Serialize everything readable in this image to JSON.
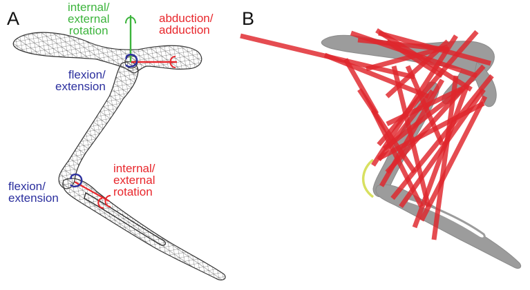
{
  "panels": [
    {
      "letter": "A"
    },
    {
      "letter": "B"
    }
  ],
  "annotations": {
    "hip_rotation": "internal/\nexternal\nrotation",
    "hip_abduction": "abduction/\nadduction",
    "hip_flexion": "flexion/\nextension",
    "knee_flexion": "flexion/\nextension",
    "knee_rotation": "internal/\nexternal\nrotation"
  },
  "colors": {
    "green": "#3cb43c",
    "red": "#e8262b",
    "blue": "#2b2f9e",
    "bone_wire": "#3a3a3a",
    "bone_gray": "#9c9c9c",
    "muscle_red": "#e0262c",
    "yellow": "#d8e060"
  }
}
